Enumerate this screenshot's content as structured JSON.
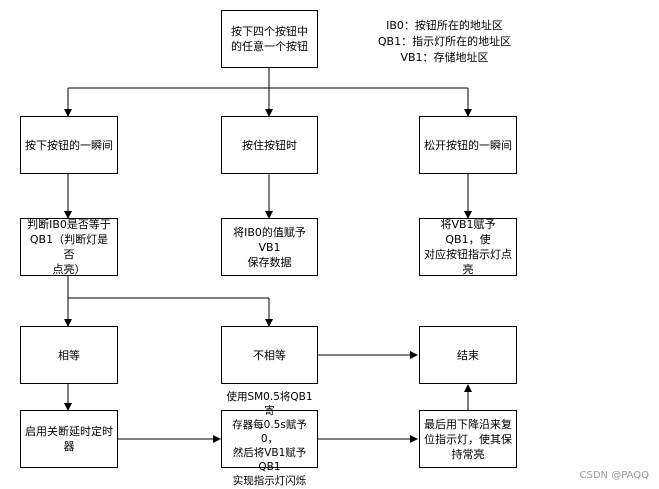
{
  "legend": [
    "IB0：按钮所在的地址区",
    "QB1：指示灯所在的地址区",
    "VB1：存储地址区"
  ],
  "nodes": {
    "start": "按下四个按钮中\n的任意一个按钮",
    "press_moment": "按下按钮的一瞬间",
    "hold": "按住按钮时",
    "release_moment": "松开按钮的一瞬间",
    "judge": "判断IB0是否等于\nQB1（判断灯是否\n点亮）",
    "assign_ib0": "将IB0的值赋予VB1\n保存数据",
    "assign_vb1": "将VB1赋予QB1，使\n对应按钮指示灯点\n亮",
    "equal": "相等",
    "not_equal": "不相等",
    "end": "结束",
    "timer": "启用关断延时定时\n器",
    "blink": "使用SM0.5将QB1寄\n存器每0.5s赋予0，\n然后将VB1赋予QB1\n实现指示灯闪烁",
    "restore": "最后用下降沿来复\n位指示灯，使其保\n持常亮"
  },
  "watermark": "CSDN @PAQQ"
}
